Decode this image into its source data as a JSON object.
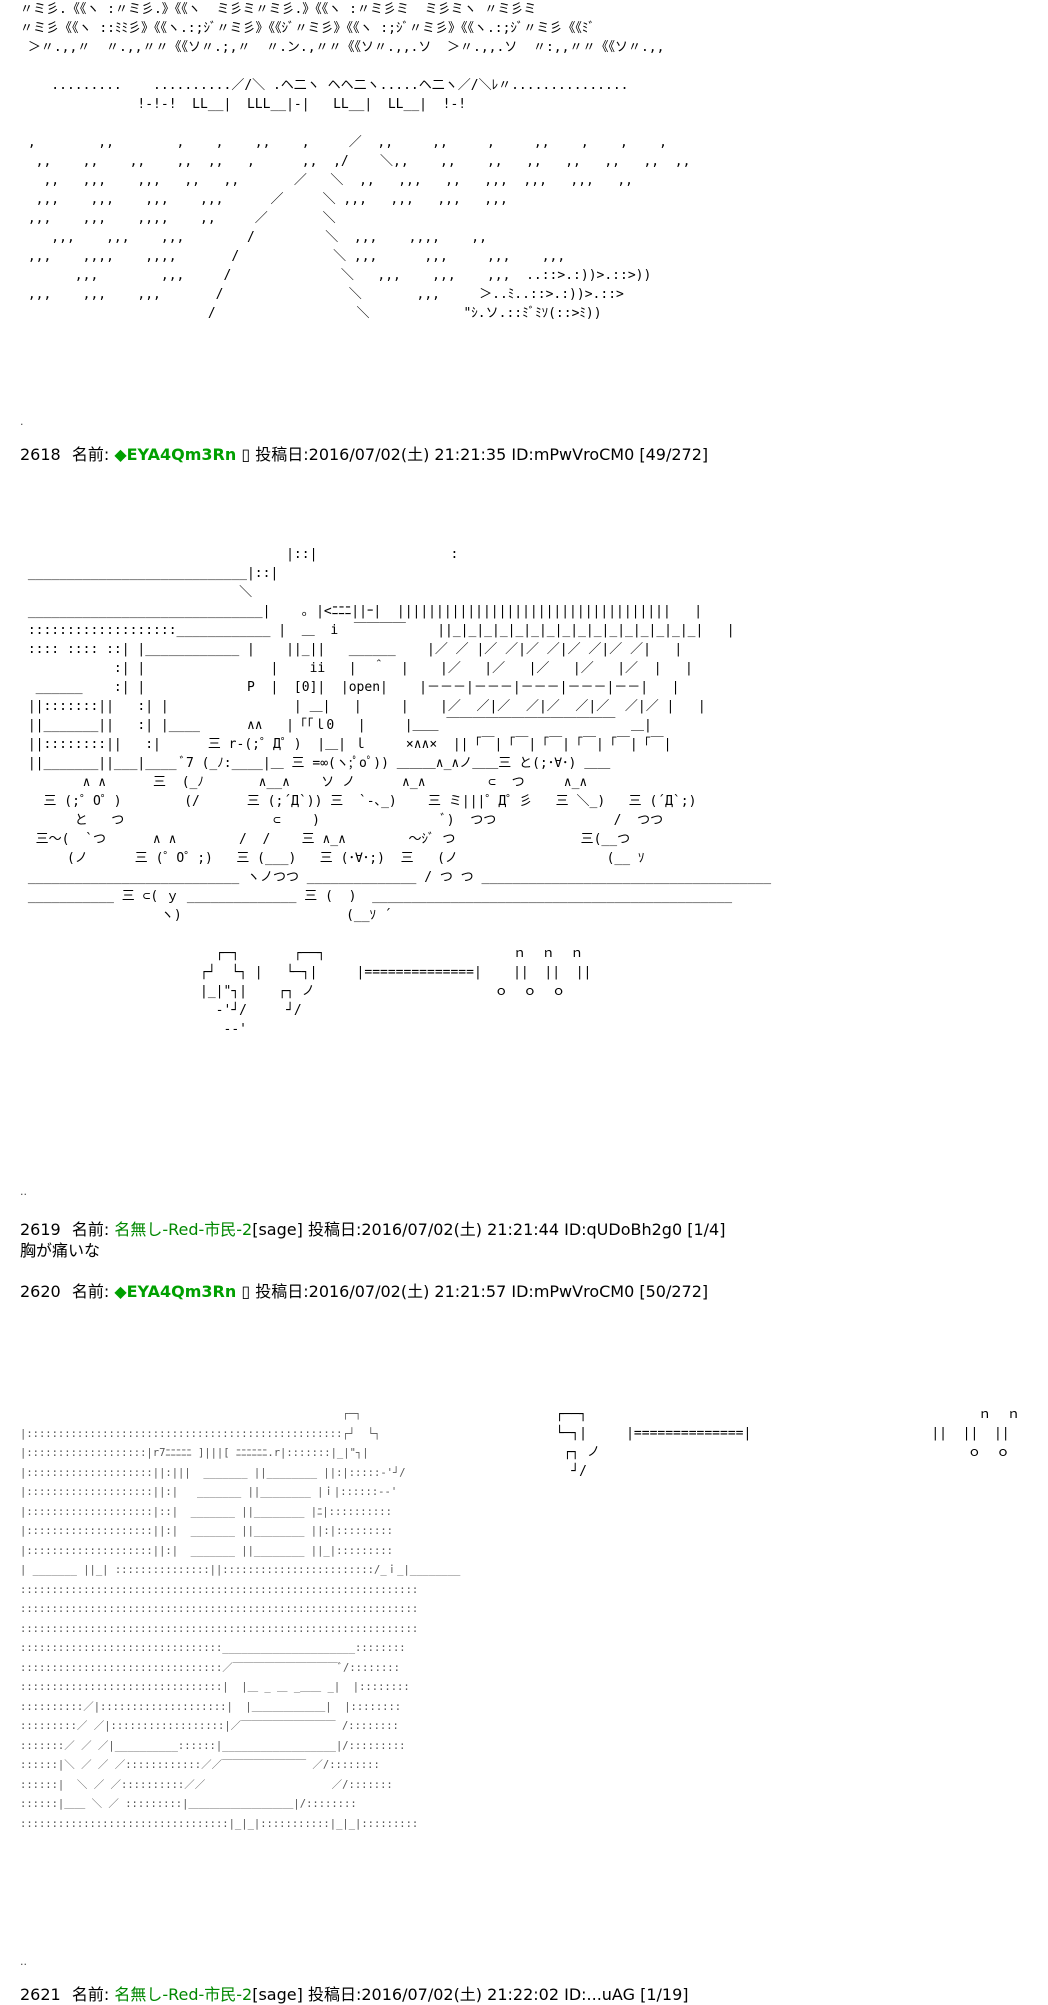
{
  "top_aa": {
    "art": "〃ミ彡.《《ヽ :〃ミ彡.》《《ヽ  ミ彡ミ〃ミ彡.》《《ヽ :〃ミ彡ミ  ミ彡ミヽ 〃ミ彡ミ\n〃ミ彡《《ヽ ::ﾐﾐ彡》《《ヽ.:;ｼﾞ〃ミ彡》《《ｼﾞ〃ミ彡》《《ヽ :;ｼﾞ〃ミ彡》《《ヽ.:;ｼﾞ〃ミ彡《《ﾐﾞ\n ＞〃.,,〃  〃.,,〃〃《《ソ〃.;,〃  〃.ン.,〃〃《《ソ〃.,,.ソ  ＞〃.,,.ソ  〃:,,〃〃《《ソ〃.,,\n\n    .........    ..........／/＼ .ヘ二ヽ ヘヘ二ヽ.....ヘ二ヽ／/＼ﾚ〃...............\n               !-!-!  LL__|  LLL__|-|   LL__|  LL__|  !-!\n\n ,        ,,        ,    ,    ,,    ,     ／  ,,     ,,     ,     ,,    ,    ,    ,\n  ,,    ,,    ,,    ,,  ,,   ,      ,,  ,/    ＼,,    ,,    ,,   ,,   ,,   ,,   ,,  ,,\n   ,,   ,,,    ,,,   ,,   ,,       ／   ＼  ,,   ,,,   ,,   ,,,  ,,,   ,,,   ,,\n  ,,,    ,,,    ,,,    ,,,      ／     ＼ ,,,   ,,,   ,,,   ,,,\n ,,,    ,,,    ,,,,    ,,     ／       ＼  \n    ,,,    ,,,    ,,,        /         ＼  ,,,    ,,,,    ,,\n ,,,    ,,,,    ,,,,       /            ＼ ,,,      ,,,     ,,,    ,,,\n       ,,,        ,,,     /              ＼   ,,,    ,,,    ,,,  ..::>.:))>.::>))\n ,,,    ,,,    ,,,       /                ＼       ,,,     ＞..ﾐ..::>.:))>.::>\n                        /                  ＼            \"ｼ.ソ.::ﾐﾞﾐｿ(::>ﾐ))"
  },
  "post_2618": {
    "number": "2618",
    "name_label": "名前:",
    "trip": "◆EYA4Qm3Rn",
    "date_label": "投稿日:",
    "date": "2016/07/02(土) 21:21:35",
    "id": "ID:mPwVroCM0",
    "count": "[49/272]",
    "art": "                                  |::|                 :\n ____________________________|::|\n                            ＼\n ______________________________|    ｡ |<ﾆﾆﾆ||ｰ|  |||||||||||||||||||||||||||||||||||   |\n :::::::::::::::::::____________ |  ＿  i  ￣￣￣￣    ||_|_|_|_|_|_|_|_|_|_|_|_|_|_|_|_|   |\n :::: :::: ::| |____________ |    ||_||   ______    |／ ／ |／ ／|／ ／|／ ／|／ ／|   |\n            :| |                |    ii   |  ＾  |    |／   |／   |／   |／   |／  |   |\n  ______    :| |             P  |  [0]|  |open|    |－－－|－－－|－－－|－－－|－－|   |\n ||:::::::||   :| |                | ＿|   |     |    |／  ／|／  ／|／  ／|／  ／|／ |   |\n ||_______||   :| |____      ∧∧   |「「ｌ0   |     |＿＿ ￣￣￣￣￣￣￣￣￣￣￣￣￣  ＿|\n ||::::::::||   :|      三 r-(;゜Д゜)  |＿| ｌ     ×∧∧×  ||「￣|「￣|「￣|「￣|「￣|「￣|\n ||_______||___|____ ﾞ7 (_ﾉ:____|＿ 三 =∞(ヽ;ﾟoﾟ)) ＿＿＿∧_∧ノ＿＿三 と(;･∀･) ＿＿\n        ∧ ∧      三  (_ﾉ       ∧__∧    ソ ノ      ∧_∧        ⊂  つ     ∧_∧\n   三 (;゜O゜)        (/      三 (;´Д`)) 三  `-､_)    三 ミ|||゜Д゜彡   三 ＼_)   三 (´Д`;)\n       と   つ                   ⊂    )                ﾞ)  つつ               /  つつ\n  三～(  `つ      ∧ ∧        /  /    三 ∧_∧        ～ｼﾞ つ                三(__つ\n      (ノ      三 (゜O゜;)   三 (___)   三 (･∀･;)  三   (ノ                   (__ ｿ\n ___________________________ ヽノつつ ______________ / つ つ _____________________________________\n ___________ 三 ⊂( ｙ ______________ 三 (  )  ______________________________________________\n                  ヽ)                     (__ｿ ´\n\n                         ┌─┐       ┌──┐                        ｎ  ｎ  ｎ\n                       ┌┘  └┐ |   └─┐|     |==============|    ||  ||  ||\n                       |_|\"┐|    ┌┐ ノ                       ｏ  ｏ  ｏ\n                         -'┘/     ┘/\n                          ‐-'"
  },
  "post_2619": {
    "number": "2619",
    "name_label": "名前:",
    "name": "名無し-Red-市民-2",
    "mail": "[sage]",
    "date_label": "投稿日:",
    "date": "2016/07/02(土) 21:21:44",
    "id": "ID:qUDoBh2g0",
    "count": "[1/4]",
    "body": "胸が痛いな"
  },
  "post_2620": {
    "number": "2620",
    "name_label": "名前:",
    "trip": "◆EYA4Qm3Rn",
    "date_label": "投稿日:",
    "date": "2016/07/02(土) 21:21:57",
    "id": "ID:mPwVroCM0",
    "count": "[50/272]",
    "art_left": "                                                   ┌─┐\n|::::::::::::::::::::::::::::::::::::::::::::::::::┌┘  └┐\n|:::::::::::::::::::|r7ﾆﾆﾆﾆﾆ ]|||[ ﾆﾆﾆﾆﾆﾆ.r|:::::::|_|\"┐|\n|::::::::::::::::::::||:|||  _______ ||________ ||:|:::::-'┘/\n|::::::::::::::::::::||:|   _______ ||________ |ｉ|::::::‐-'\n|::::::::::::::::::::|::|  _______ ||________ |ﾆ|::::::::::\n|::::::::::::::::::::||:|  _______ ||________ ||:|:::::::::\n|::::::::::::::::::::||:|  _______ ||________ ||_|:::::::::\n| _______ ||_| :::::::::::::::||::::::::::::::::::::::::/_ｉ_|________\n:::::::::::::::::::::::::::::::::::::::::::::::::::::::::::::::\n:::::::::::::::::::::::::::::::::::::::::::::::::::::::::::::::\n:::::::::::::::::::::::::::::::::::::::::::::::::::::::::::::::\n::::::::::::::::::::::::::::::::_____________________::::::::\n::::::::::::::::::::::::::::::::／￣￣￣￣￣￣￣￣￣￣ﾞ/::::::::\n::::::::::::::::::::::::::::::::|  |＿ _ ＿ _＿＿ _|  |::::::::\n::::::::::／|::::::::::::::::::::|  |＿＿＿＿＿＿＿|  |::::::::\n:::::::::／ ／|::::::::::::::::::|／￣￣￣￣￣￣￣￣￣ /::::::::\n:::::::／ ／ ／|__________::::::|__________________|/:::::::::\n::::::|＼ ／ ／ ／::::::::::::／／￣￣￣￣￣￣￣￣ ／/::::::::\n::::::|  ＼ ／ ／::::::::::／／                    ／/:::::::\n::::::|＿＿ ＼ ／ :::::::::|＿＿＿＿＿＿＿＿＿＿|/::::::::\n:::::::::::::::::::::::::::::::::|_|_|:::::::::::|_|_|:::::::::",
    "art_right": "  ┌──┐                                                  ｎ  ｎ  ｎ\n  └─┐|     |==============|                       ||  ||  ||\n   ┌┐ ノ                                               ｏ  ｏ  ｏ\n    ┘/"
  },
  "post_2621": {
    "number": "2621",
    "name_label": "名前:",
    "name": "名無し-Red-市民-2",
    "mail": "[sage]",
    "date_label": "投稿日:",
    "date": "2016/07/02(土) 21:22:02",
    "id": "ID:...uAG",
    "count": "[1/19]"
  }
}
